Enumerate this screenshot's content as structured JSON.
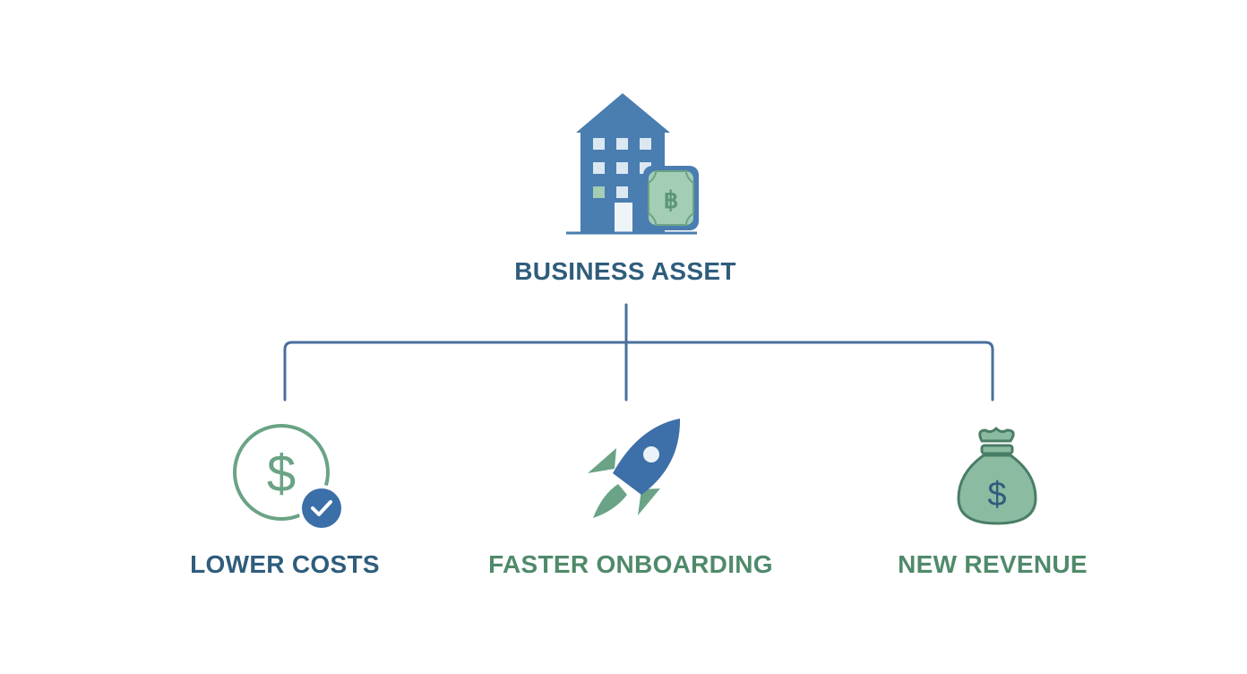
{
  "colors": {
    "blue": "#4a7db0",
    "dark_blue": "#2f5d7c",
    "green": "#6aa385",
    "light_green": "#a3cdb4",
    "connector": "#4a6f9c"
  },
  "root": {
    "label": "BUSINESS ASSET",
    "icon": "building-with-currency-icon"
  },
  "branches": [
    {
      "label": "LOWER COSTS",
      "icon": "dollar-circle-check-icon"
    },
    {
      "label": "FASTER ONBOARDING",
      "icon": "rocket-icon"
    },
    {
      "label": "NEW REVENUE",
      "icon": "money-bag-icon"
    }
  ]
}
